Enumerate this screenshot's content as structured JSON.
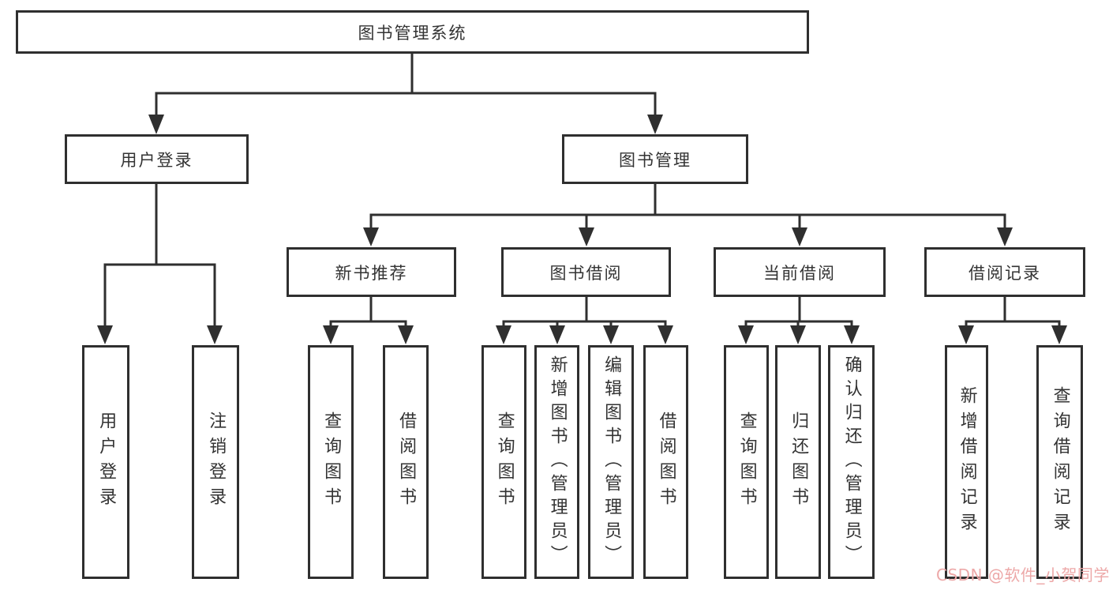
{
  "diagram": {
    "root": {
      "label": "图书管理系统"
    },
    "level2": [
      {
        "label": "用户登录"
      },
      {
        "label": "图书管理"
      }
    ],
    "level3": [
      {
        "label": "新书推荐"
      },
      {
        "label": "图书借阅"
      },
      {
        "label": "当前借阅"
      },
      {
        "label": "借阅记录"
      }
    ],
    "leaves": {
      "user_login": [
        {
          "label": "用户登录"
        },
        {
          "label": "注销登录"
        }
      ],
      "new_book": [
        {
          "label": "查询图书"
        },
        {
          "label": "借阅图书"
        }
      ],
      "book_borrow": [
        {
          "label": "查询图书"
        },
        {
          "label": "新增图书（管理员）"
        },
        {
          "label": "编辑图书（管理员）"
        },
        {
          "label": "借阅图书"
        }
      ],
      "current_borrow": [
        {
          "label": "查询图书"
        },
        {
          "label": "归还图书"
        },
        {
          "label": "确认归还（管理员）"
        }
      ],
      "borrow_record": [
        {
          "label": "新增借阅记录"
        },
        {
          "label": "查询借阅记录"
        }
      ]
    },
    "watermark": "CSDN @软件_小贺同学"
  },
  "colors": {
    "line": "#2f2f2f",
    "text": "#333333",
    "watermark": "#eda8a8",
    "background": "#ffffff"
  }
}
